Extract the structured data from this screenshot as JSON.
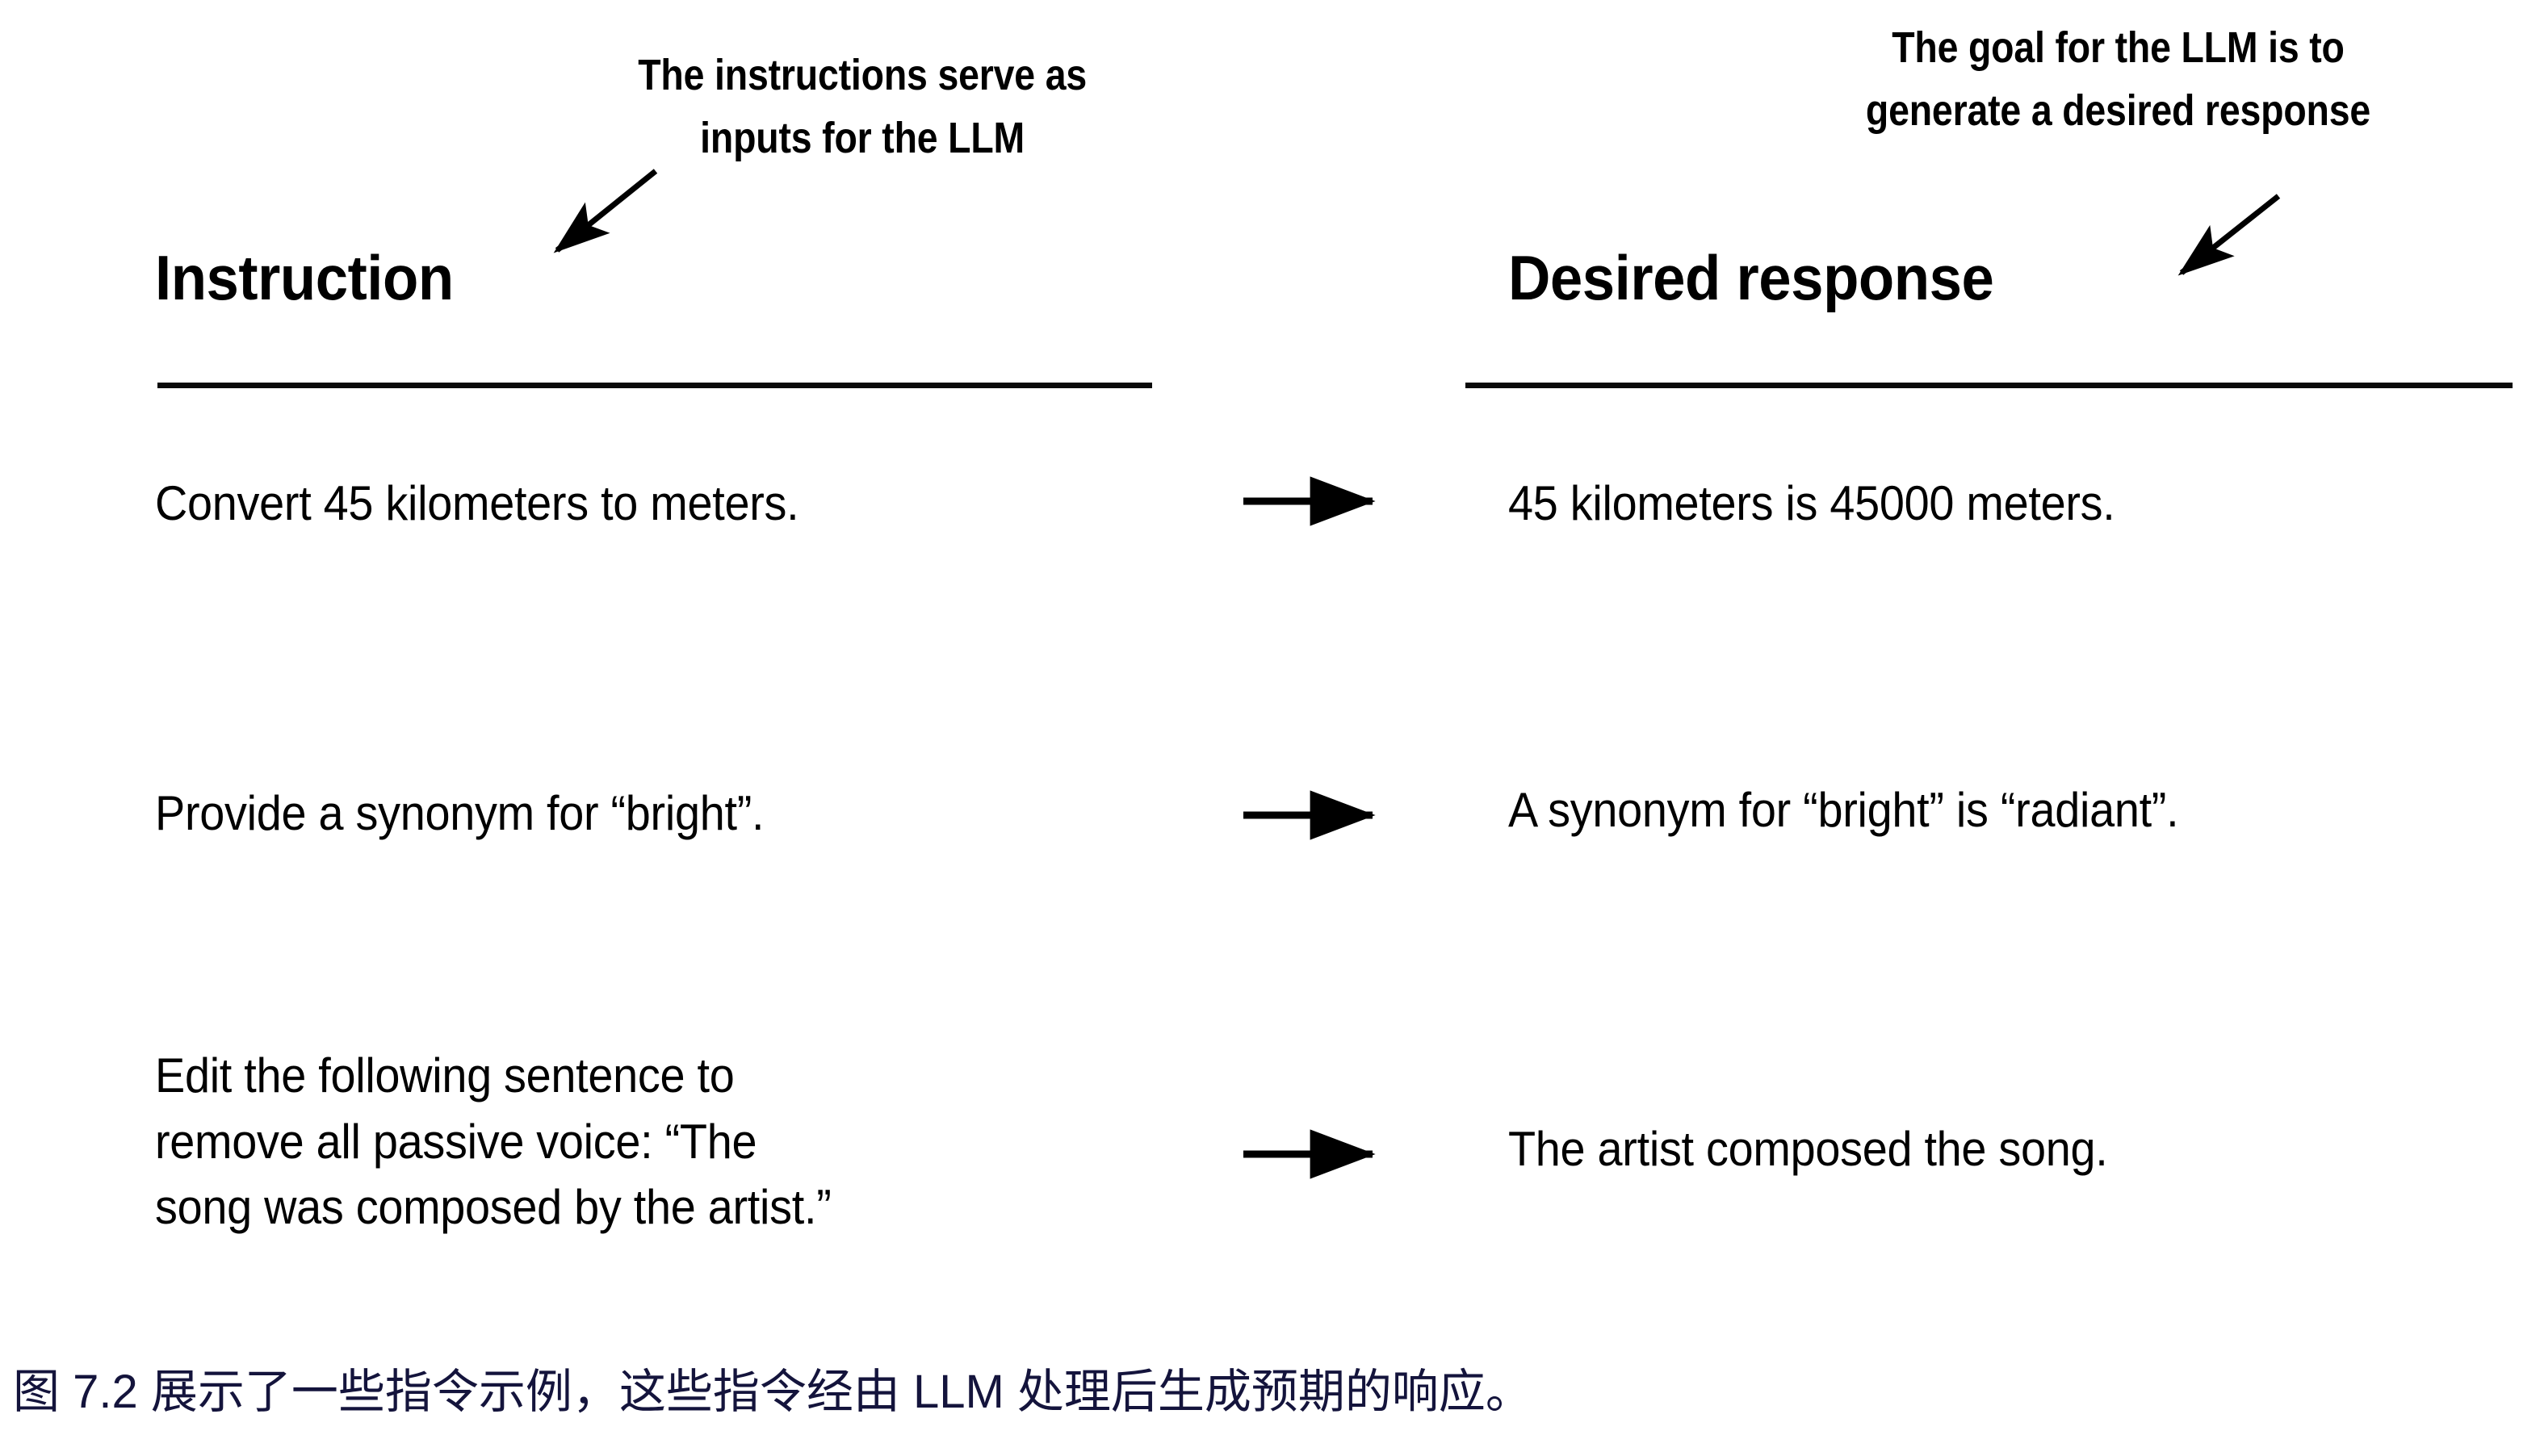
{
  "figure": {
    "annotations": {
      "left": {
        "line1": "The instructions serve as",
        "line2": "inputs for the LLM",
        "arrow_icon": "arrow-down-left-icon"
      },
      "right": {
        "line1": "The goal for the LLM is to",
        "line2": "generate a desired response",
        "arrow_icon": "arrow-down-left-icon"
      }
    },
    "columns": {
      "left_header": "Instruction",
      "right_header": "Desired response"
    },
    "rows": [
      {
        "instruction_lines": [
          "Convert 45 kilometers to meters."
        ],
        "response_lines": [
          "45 kilometers is 45000 meters."
        ],
        "connector_icon": "arrow-right-icon"
      },
      {
        "instruction_lines": [
          "Provide a synonym for “bright”."
        ],
        "response_lines": [
          "A synonym for “bright” is “radiant”."
        ],
        "connector_icon": "arrow-right-icon"
      },
      {
        "instruction_lines": [
          "Edit the following sentence to",
          "remove all passive voice: “The",
          "song was composed by the artist.”"
        ],
        "response_lines": [
          "The artist composed the song."
        ],
        "connector_icon": "arrow-right-icon"
      }
    ],
    "caption": "图 7.2 展示了一些指令示例，这些指令经由 LLM 处理后生成预期的响应。",
    "colors": {
      "text": "#000000",
      "rule": "#0a0a0a",
      "caption": "#14143c",
      "background": "#ffffff"
    }
  }
}
